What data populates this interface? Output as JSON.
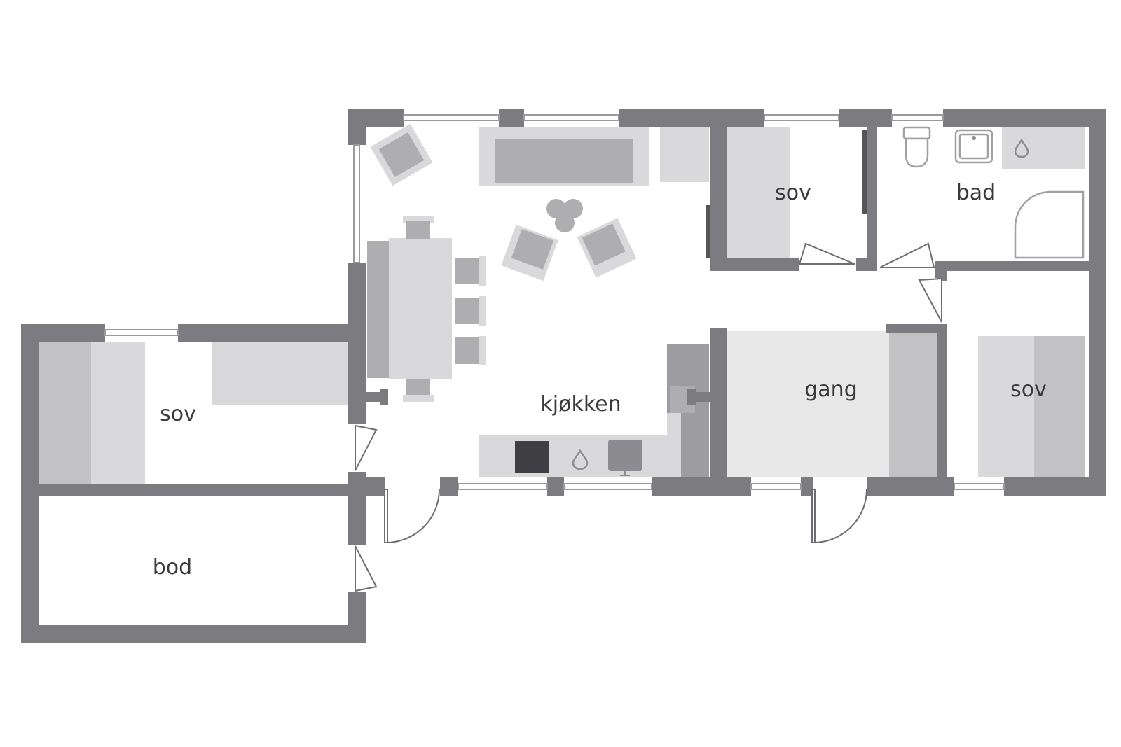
{
  "rooms": {
    "sov_main": "sov",
    "bad": "bad",
    "kjokken": "kjøkken",
    "gang": "gang",
    "sov_right": "sov",
    "sov_left": "sov",
    "bod": "bod"
  },
  "icons": [
    "toilet-icon",
    "sink-icon",
    "water-drop-icon",
    "shower-icon",
    "stove-icon",
    "kitchen-sink-icon"
  ],
  "colors": {
    "wall": "#7c7c80",
    "furniture_light": "#d9d9db",
    "furniture_dark": "#aeaeb1",
    "label": "#3a3a3c"
  }
}
